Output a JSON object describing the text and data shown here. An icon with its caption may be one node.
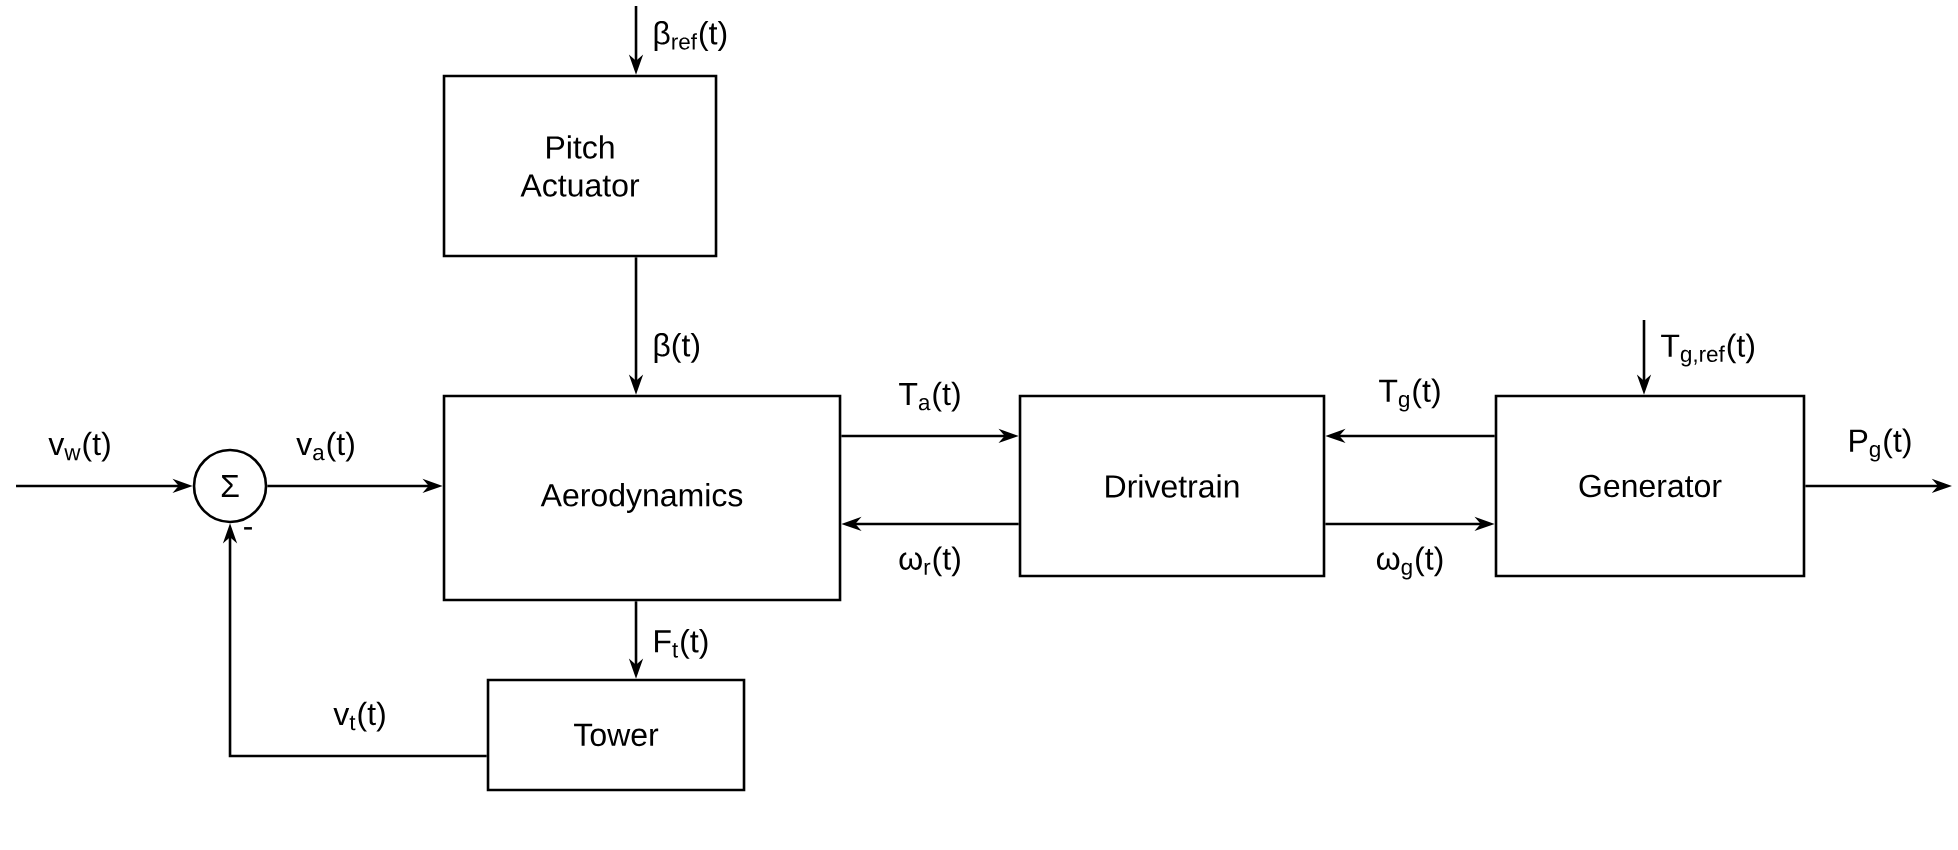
{
  "diagram": {
    "nodes": [
      {
        "text": [
          "Pitch Actuator"
        ]
      },
      {
        "text": [
          "Σ"
        ]
      },
      {
        "text": [
          "Aerodynamics"
        ]
      },
      {
        "text": [
          "Drivetrain"
        ]
      },
      {
        "text": [
          "Generator"
        ]
      },
      {
        "text": [
          "Tower"
        ]
      }
    ],
    "edges": [
      {
        "from": null,
        "to": 0,
        "arrow": "to",
        "label": "β$_{ref}$(t)"
      },
      {
        "from": 0,
        "to": 2,
        "arrow": "to",
        "label": "β(t)"
      },
      {
        "from": null,
        "to": 1,
        "arrow": "to",
        "label": "v$_{w}$(t)"
      },
      {
        "from": 1,
        "to": 2,
        "arrow": "to",
        "label": "v$_{a}$(t)"
      },
      {
        "from": 2,
        "to": 3,
        "arrow": "to",
        "label": "T$_{a}$(t)"
      },
      {
        "from": 3,
        "to": 2,
        "arrow": "to",
        "label": "ω$_{r}$(t)"
      },
      {
        "from": 4,
        "to": 3,
        "arrow": "to",
        "label": "T$_{g}$(t)"
      },
      {
        "from": 3,
        "to": 4,
        "arrow": "to",
        "label": "ω$_{g}$(t)"
      },
      {
        "from": null,
        "to": 4,
        "arrow": "to",
        "label": "T$_{g,ref}$(t)"
      },
      {
        "from": 4,
        "to": null,
        "arrow": "to",
        "label": "P$_{g}$(t)"
      },
      {
        "from": 2,
        "to": 5,
        "arrow": "to",
        "label": "F$_{t}$(t)"
      },
      {
        "from": 5,
        "to": 1,
        "arrow": "to",
        "label": "v$_{t}$(t)"
      }
    ],
    "labels": [
      "-"
    ]
  }
}
